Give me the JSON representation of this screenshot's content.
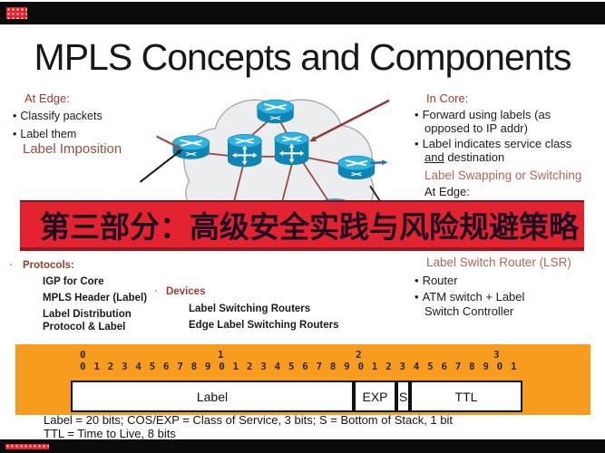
{
  "title": "MPLS Concepts and Components",
  "banner": {
    "text": "第三部分：高级安全实践与风险规避策略",
    "bg_color": "#e32330",
    "text_color": "#1d0f22"
  },
  "glyphs": {
    "bullet": "•",
    "small_bullet": "·"
  },
  "left_top": {
    "heading": "At Edge:",
    "bullet1": "Classify packets",
    "bullet2": "Label them",
    "sub": "Label Imposition"
  },
  "right_top": {
    "heading": "In Core:",
    "b1_line1": "Forward using labels (as",
    "b1_line2": "opposed to IP addr)",
    "b2_line1": "Label indicates service class",
    "b2_and": "and",
    "b2_rest": " destination",
    "sub": "Label Swapping or Switching",
    "at_edge": "At Edge:"
  },
  "right_bottom": {
    "heading": "Label Switch Router (LSR)",
    "bullet1": "Router",
    "bullet2_line1": "ATM switch + Label",
    "bullet2_line2": "Switch Controller"
  },
  "protocols": {
    "heading": "Protocols:",
    "item1": "IGP for Core",
    "item2": "MPLS Header (Label)",
    "item3_line1": "Label Distribution",
    "item3_line2": "Protocol & Label"
  },
  "devices": {
    "heading": "Devices",
    "item1": "Label Switching Routers",
    "item2": "Edge Label Switching Routers"
  },
  "ruler": {
    "tens": [
      "0",
      "1",
      "2",
      "3"
    ],
    "digits": "01234567890123456789012345678901",
    "fields": [
      {
        "label": "Label",
        "bits": 20
      },
      {
        "label": "EXP",
        "bits": 3
      },
      {
        "label": "S",
        "bits": 1
      },
      {
        "label": "TTL",
        "bits": 8
      }
    ],
    "bar_color": "#f79c1e"
  },
  "caption": {
    "line1": "Label = 20 bits; COS/EXP = Class of Service, 3 bits; S = Bottom of Stack, 1 bit",
    "line2": "TTL = Time to Live, 8 bits"
  },
  "colors": {
    "heading_maroon": "#9c3a32",
    "heading_pink": "#b5625c",
    "link_line": "#9a4a44",
    "router_cyan": "#2fb3e0",
    "router_dark": "#0f85b5",
    "cloud_fill": "#ebedee",
    "blue_arrow": "#2f6db5",
    "overlay_bar": "#0b0b0b",
    "watermark_red": "#e8232e"
  }
}
